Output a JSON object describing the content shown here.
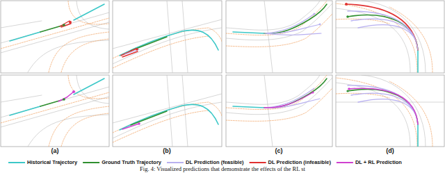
{
  "diagram": {
    "caption": "Fig. 4: Visualized predictions that demonstrate the effects of the RL st",
    "labels": [
      "(a)",
      "(b)",
      "(c)",
      "(d)"
    ],
    "legend": [
      {
        "text": "Historical Trajectory"
      },
      {
        "text": "Ground Truth Trajectory"
      },
      {
        "text": "DL Prediction (feasible)"
      },
      {
        "text": "DL Prediction (infeasible)"
      },
      {
        "text": "DL + RL Prediction"
      }
    ]
  }
}
